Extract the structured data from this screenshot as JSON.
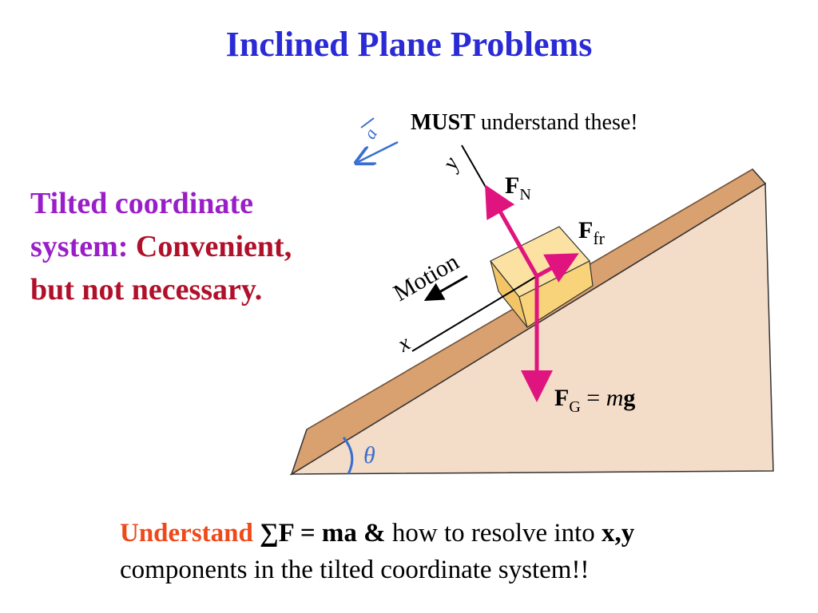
{
  "slide": {
    "title": "Inclined Plane Problems",
    "side_note": {
      "line1": "Tilted coordinate",
      "line2_part1": "system: ",
      "line2_part2": "Convenient,",
      "line3": "but not necessary."
    },
    "bottom": {
      "understand": "Understand",
      "formula": "∑F = ma &",
      "middle": "how to resolve into",
      "xy": "x,y",
      "line2": "components in the tilted coordinate system!!"
    }
  },
  "diagram": {
    "header_bold": "MUST",
    "header_rest": "understand these!",
    "handwritten_accel": "a",
    "axis_y": "y",
    "axis_x": "x",
    "motion": "Motion",
    "force_normal": {
      "symbol": "F",
      "subscript": "N"
    },
    "force_friction": {
      "symbol": "F",
      "subscript": "fr"
    },
    "force_gravity": {
      "symbol": "F",
      "subscript": "G",
      "equals": " = ",
      "m": "m",
      "g": "g"
    },
    "angle": "θ",
    "colors": {
      "incline_top": "#d9a070",
      "incline_side": "#f3dcc8",
      "block": "#f9d37a",
      "force_arrow": "#e0147e",
      "title_blue": "#2b2bd6",
      "handwriting_blue": "#3a6fcf"
    }
  }
}
